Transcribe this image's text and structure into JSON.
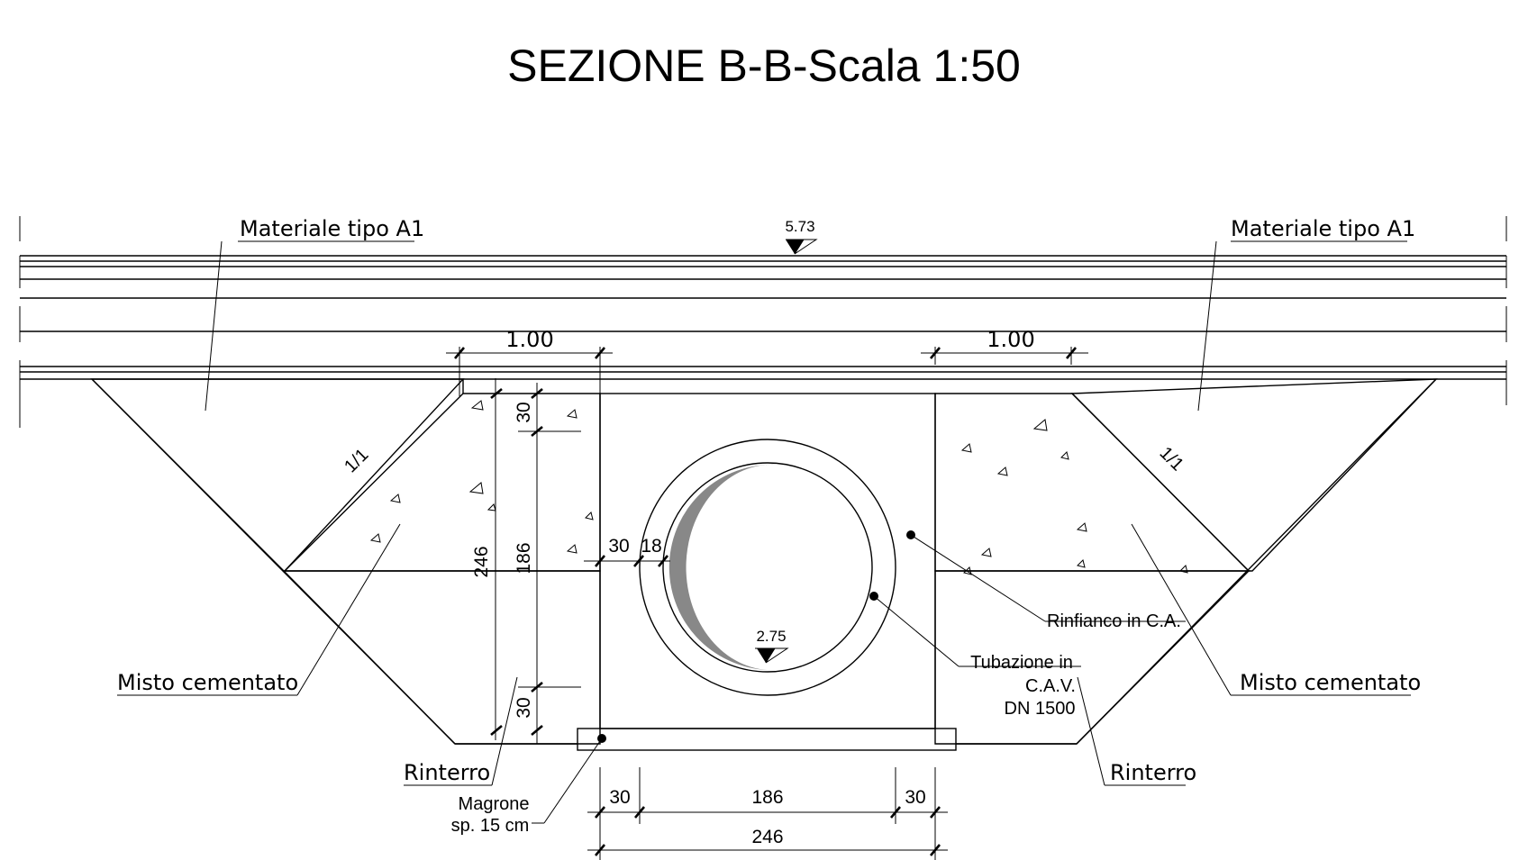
{
  "title": "SEZIONE B-B-Scala 1:50",
  "labels": {
    "material_left": "Materiale tipo A1",
    "material_right": "Materiale tipo A1",
    "misto_left": "Misto cementato",
    "misto_right": "Misto cementato",
    "rinterro_left": "Rinterro",
    "rinterro_right": "Rinterro",
    "magrone_line1": "Magrone",
    "magrone_line2": "sp. 15 cm",
    "rinfianco": "Rinfianco in C.A.",
    "tubazione_line1": "Tubazione in",
    "tubazione_line2": "C.A.V.",
    "tubazione_line3": "DN 1500",
    "slope_left": "1/1",
    "slope_right": "1/1"
  },
  "elevations": {
    "top": "5.73",
    "invert": "2.75"
  },
  "dimensions": {
    "width_left_top": "1.00",
    "width_right_top": "1.00",
    "height_total": "246",
    "height_inner": "186",
    "top_slab": "30",
    "bottom_slab": "30",
    "wall_thickness": "30",
    "pipe_thickness": "18",
    "bottom_left": "30",
    "bottom_center": "186",
    "bottom_right": "30",
    "bottom_total": "246"
  },
  "colors": {
    "stroke": "#000000",
    "pipe_fill": "#888888",
    "background": "#ffffff"
  }
}
